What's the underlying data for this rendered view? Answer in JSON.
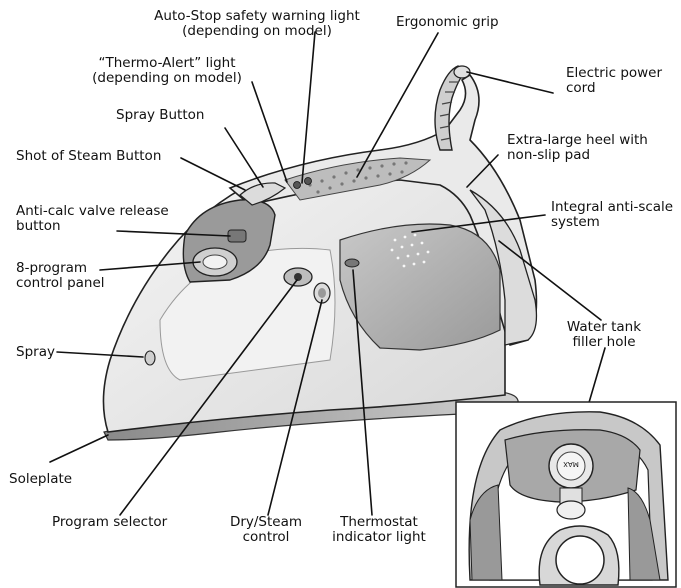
{
  "labels": {
    "auto_stop": "Auto-Stop safety warning light\n(depending on model)",
    "ergonomic_grip": "Ergonomic grip",
    "thermo_alert": "“Thermo-Alert” light\n(depending on model)",
    "spray_button": "Spray Button",
    "electric_cord": "Electric power\ncord",
    "shot_of_steam": "Shot of Steam Button",
    "heel": "Extra-large heel with\nnon-slip pad",
    "anti_calc": "Anti-calc valve release\nbutton",
    "anti_scale": "Integral anti-scale\nsystem",
    "program_panel": "8-program\ncontrol panel",
    "water_tank": "Water tank\nfiller hole",
    "spray": "Spray",
    "soleplate": "Soleplate",
    "program_selector": "Program selector",
    "dry_steam": "Dry/Steam\ncontrol",
    "thermostat": "Thermostat\nindicator light"
  },
  "inset": {
    "max_text": "MAX"
  }
}
